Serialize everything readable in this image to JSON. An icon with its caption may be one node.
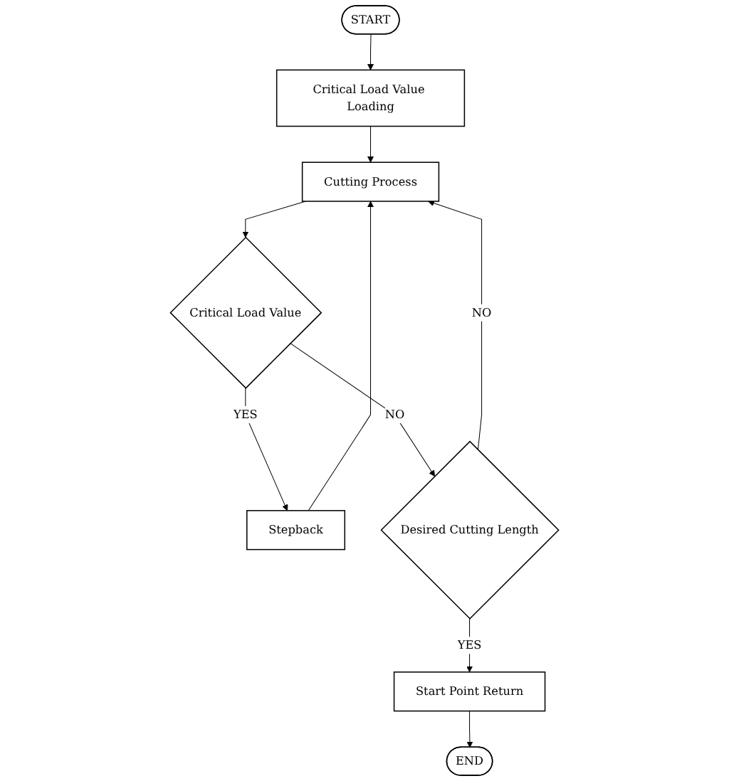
{
  "diagram": {
    "nodes": [
      {
        "text": [
          "START"
        ]
      },
      {
        "text": [
          "Critical Load Value Loading"
        ]
      },
      {
        "text": [
          "Cutting Process"
        ]
      },
      {
        "text": [
          "Critical Load Value"
        ]
      },
      {
        "text": [
          "Stepback"
        ]
      },
      {
        "text": [
          "Desired Cutting Length"
        ]
      },
      {
        "text": [
          "Start Point Return"
        ]
      },
      {
        "text": [
          "END"
        ]
      }
    ],
    "edges": [
      {
        "from": 0,
        "to": 1,
        "arrow": "to"
      },
      {
        "from": 1,
        "to": 2,
        "arrow": "to"
      },
      {
        "from": 2,
        "to": 3,
        "arrow": "to"
      },
      {
        "from": 3,
        "to": 4,
        "label": "YES",
        "arrow": "to"
      },
      {
        "from": 4,
        "to": 2,
        "arrow": "to"
      },
      {
        "from": 3,
        "to": 5,
        "label": "NO",
        "arrow": "to"
      },
      {
        "from": 5,
        "to": 2,
        "label": "NO",
        "arrow": "to"
      },
      {
        "from": 5,
        "to": 6,
        "label": "YES",
        "arrow": "to"
      },
      {
        "from": 6,
        "to": 7,
        "arrow": "to"
      }
    ]
  }
}
